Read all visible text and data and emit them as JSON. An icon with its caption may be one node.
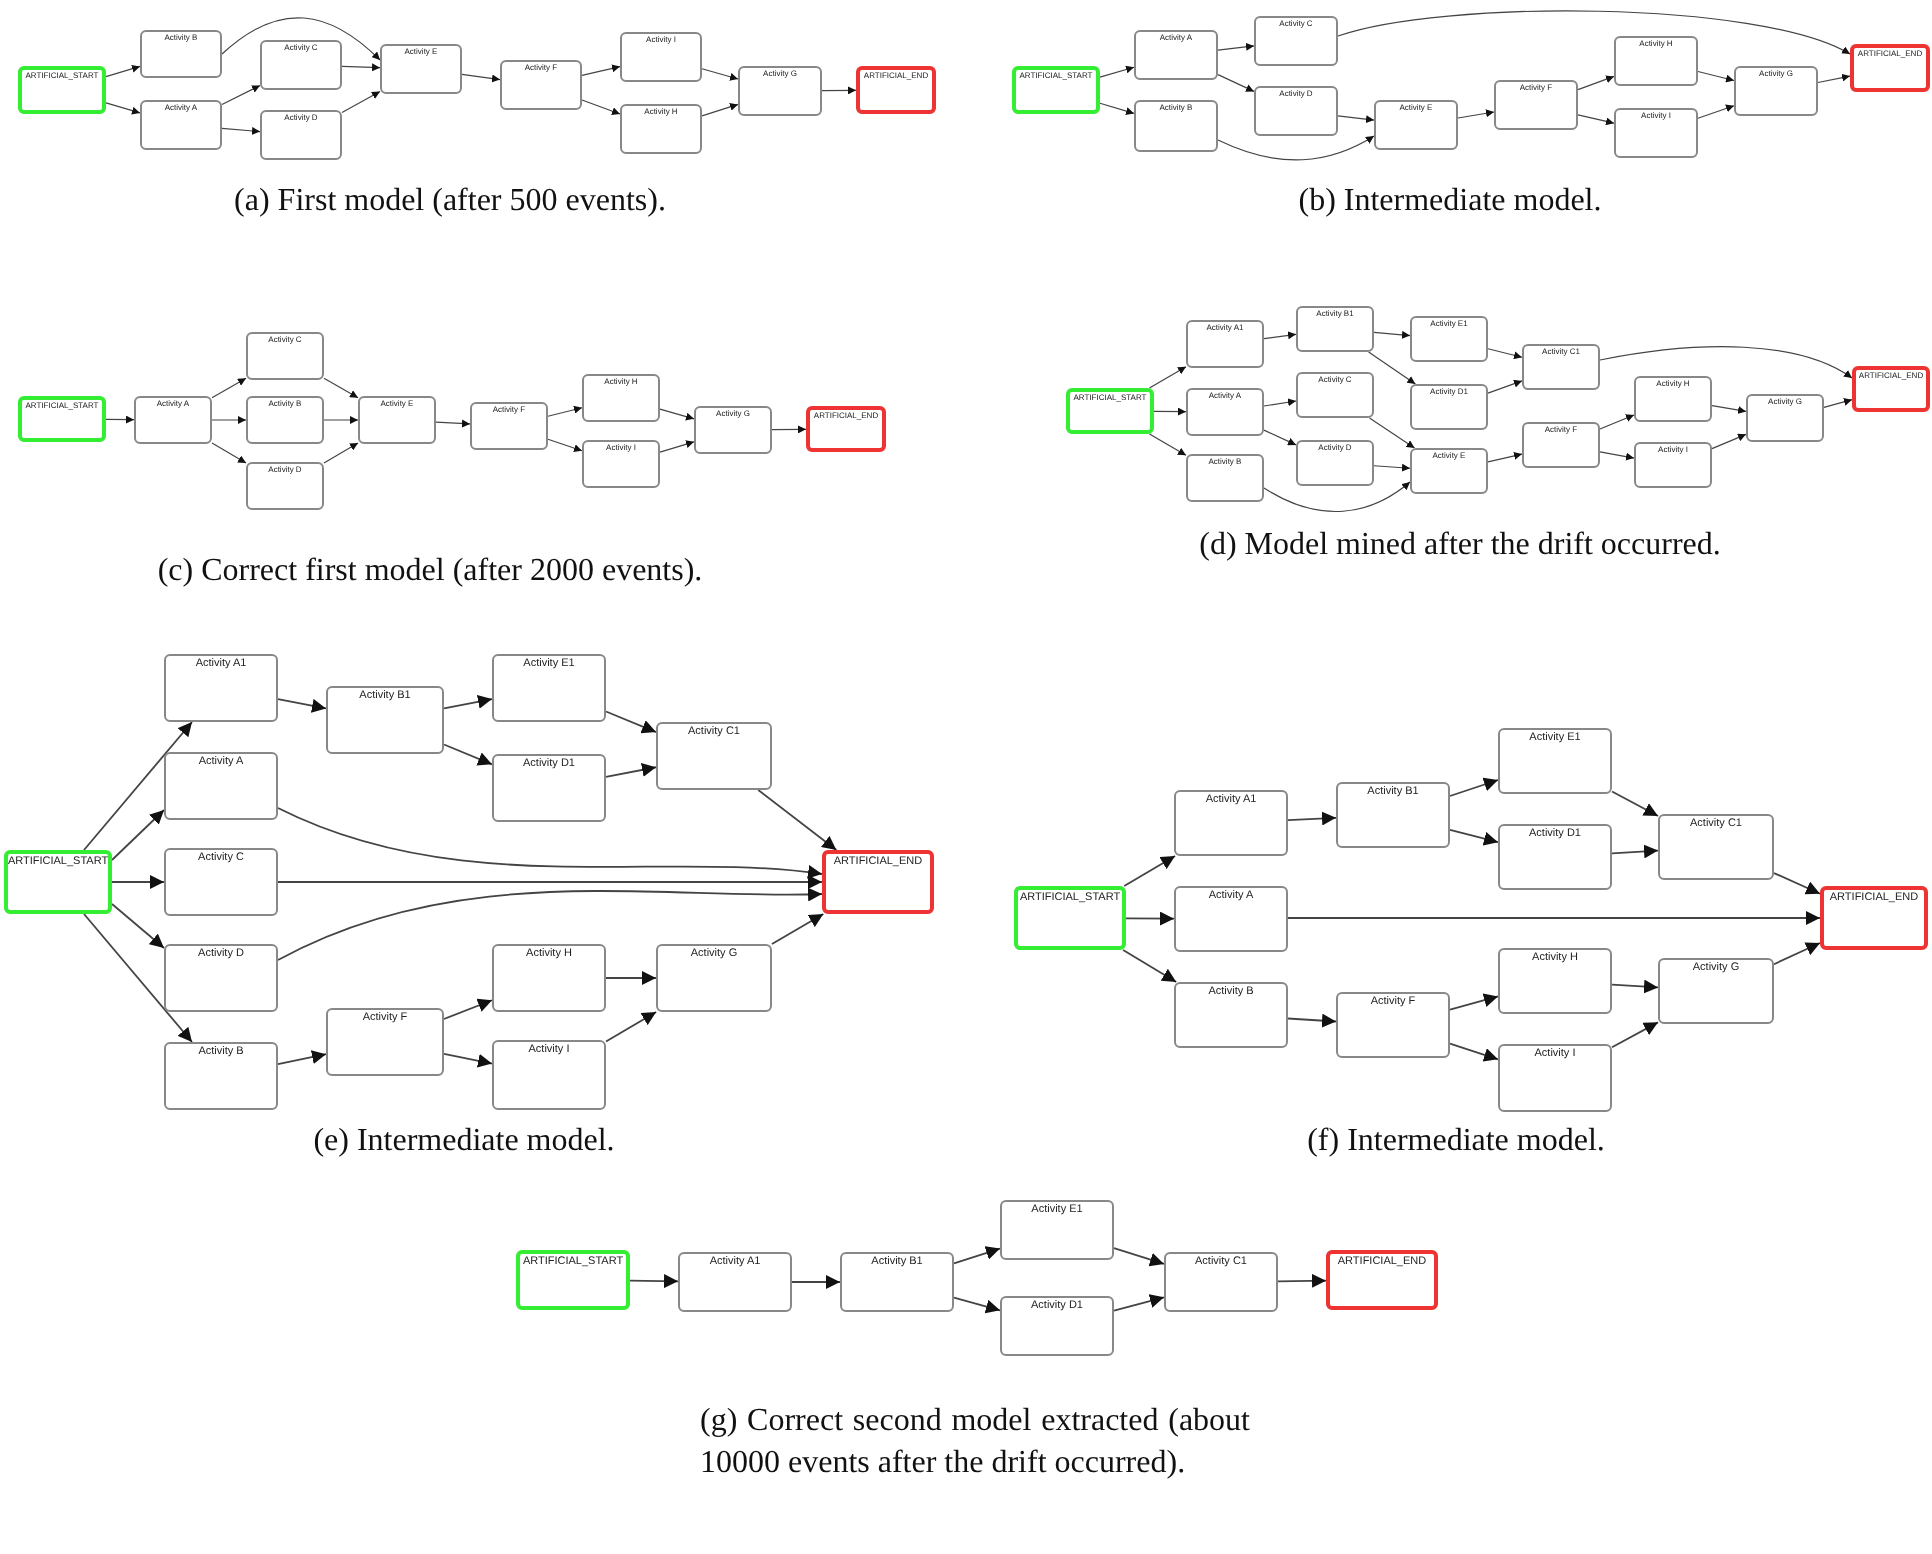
{
  "diagram": {
    "nodes": [
      {
        "text": [
          "ARTIFICIAL_START"
        ]
      },
      {
        "text": [
          "Activity B"
        ]
      },
      {
        "text": [
          "Activity A"
        ]
      },
      {
        "text": [
          "Activity C"
        ]
      },
      {
        "text": [
          "Activity D"
        ]
      },
      {
        "text": [
          "Activity E"
        ]
      },
      {
        "text": [
          "Activity F"
        ]
      },
      {
        "text": [
          "Activity I"
        ]
      },
      {
        "text": [
          "Activity H"
        ]
      },
      {
        "text": [
          "Activity G"
        ]
      },
      {
        "text": [
          "ARTIFICIAL_END"
        ]
      },
      {
        "text": [
          "ARTIFICIAL_START"
        ]
      },
      {
        "text": [
          "Activity A"
        ]
      },
      {
        "text": [
          "Activity B"
        ]
      },
      {
        "text": [
          "Activity C"
        ]
      },
      {
        "text": [
          "Activity D"
        ]
      },
      {
        "text": [
          "Activity E"
        ]
      },
      {
        "text": [
          "Activity F"
        ]
      },
      {
        "text": [
          "Activity H"
        ]
      },
      {
        "text": [
          "Activity I"
        ]
      },
      {
        "text": [
          "Activity G"
        ]
      },
      {
        "text": [
          "ARTIFICIAL_END"
        ]
      },
      {
        "text": [
          "ARTIFICIAL_START"
        ]
      },
      {
        "text": [
          "Activity A"
        ]
      },
      {
        "text": [
          "Activity C"
        ]
      },
      {
        "text": [
          "Activity B"
        ]
      },
      {
        "text": [
          "Activity D"
        ]
      },
      {
        "text": [
          "Activity E"
        ]
      },
      {
        "text": [
          "Activity F"
        ]
      },
      {
        "text": [
          "Activity H"
        ]
      },
      {
        "text": [
          "Activity I"
        ]
      },
      {
        "text": [
          "Activity G"
        ]
      },
      {
        "text": [
          "ARTIFICIAL_END"
        ]
      },
      {
        "text": [
          "ARTIFICIAL_START"
        ]
      },
      {
        "text": [
          "Activity A1"
        ]
      },
      {
        "text": [
          "Activity A"
        ]
      },
      {
        "text": [
          "Activity B"
        ]
      },
      {
        "text": [
          "Activity B1"
        ]
      },
      {
        "text": [
          "Activity C"
        ]
      },
      {
        "text": [
          "Activity D"
        ]
      },
      {
        "text": [
          "Activity E1"
        ]
      },
      {
        "text": [
          "Activity D1"
        ]
      },
      {
        "text": [
          "Activity E"
        ]
      },
      {
        "text": [
          "Activity C1"
        ]
      },
      {
        "text": [
          "Activity F"
        ]
      },
      {
        "text": [
          "Activity H"
        ]
      },
      {
        "text": [
          "Activity I"
        ]
      },
      {
        "text": [
          "Activity G"
        ]
      },
      {
        "text": [
          "ARTIFICIAL_END"
        ]
      },
      {
        "text": [
          "ARTIFICIAL_START"
        ]
      },
      {
        "text": [
          "Activity A1"
        ]
      },
      {
        "text": [
          "Activity A"
        ]
      },
      {
        "text": [
          "Activity C"
        ]
      },
      {
        "text": [
          "Activity D"
        ]
      },
      {
        "text": [
          "Activity B"
        ]
      },
      {
        "text": [
          "Activity B1"
        ]
      },
      {
        "text": [
          "Activity F"
        ]
      },
      {
        "text": [
          "Activity E1"
        ]
      },
      {
        "text": [
          "Activity D1"
        ]
      },
      {
        "text": [
          "Activity H"
        ]
      },
      {
        "text": [
          "Activity I"
        ]
      },
      {
        "text": [
          "Activity C1"
        ]
      },
      {
        "text": [
          "Activity G"
        ]
      },
      {
        "text": [
          "ARTIFICIAL_END"
        ]
      },
      {
        "text": [
          "ARTIFICIAL_START"
        ]
      },
      {
        "text": [
          "Activity A1"
        ]
      },
      {
        "text": [
          "Activity A"
        ]
      },
      {
        "text": [
          "Activity B"
        ]
      },
      {
        "text": [
          "Activity B1"
        ]
      },
      {
        "text": [
          "Activity F"
        ]
      },
      {
        "text": [
          "Activity E1"
        ]
      },
      {
        "text": [
          "Activity D1"
        ]
      },
      {
        "text": [
          "Activity H"
        ]
      },
      {
        "text": [
          "Activity I"
        ]
      },
      {
        "text": [
          "Activity C1"
        ]
      },
      {
        "text": [
          "Activity G"
        ]
      },
      {
        "text": [
          "ARTIFICIAL_END"
        ]
      },
      {
        "text": [
          "ARTIFICIAL_START"
        ]
      },
      {
        "text": [
          "Activity A1"
        ]
      },
      {
        "text": [
          "Activity B1"
        ]
      },
      {
        "text": [
          "Activity E1"
        ]
      },
      {
        "text": [
          "Activity D1"
        ]
      },
      {
        "text": [
          "Activity C1"
        ]
      },
      {
        "text": [
          "ARTIFICIAL_END"
        ]
      }
    ],
    "edges": [
      {
        "from": 0,
        "to": 1,
        "arrow": "to"
      },
      {
        "from": 0,
        "to": 2,
        "arrow": "to"
      },
      {
        "from": 2,
        "to": 3,
        "arrow": "to"
      },
      {
        "from": 2,
        "to": 4,
        "arrow": "to"
      },
      {
        "from": 1,
        "to": 5,
        "arrow": "to"
      },
      {
        "from": 3,
        "to": 5,
        "arrow": "to"
      },
      {
        "from": 4,
        "to": 5,
        "arrow": "to"
      },
      {
        "from": 5,
        "to": 6,
        "arrow": "to"
      },
      {
        "from": 6,
        "to": 7,
        "arrow": "to"
      },
      {
        "from": 6,
        "to": 8,
        "arrow": "to"
      },
      {
        "from": 7,
        "to": 9,
        "arrow": "to"
      },
      {
        "from": 8,
        "to": 9,
        "arrow": "to"
      },
      {
        "from": 9,
        "to": 10,
        "arrow": "to"
      },
      {
        "from": 11,
        "to": 12,
        "arrow": "to"
      },
      {
        "from": 11,
        "to": 13,
        "arrow": "to"
      },
      {
        "from": 12,
        "to": 14,
        "arrow": "to"
      },
      {
        "from": 12,
        "to": 15,
        "arrow": "to"
      },
      {
        "from": 14,
        "to": 21,
        "arrow": "to"
      },
      {
        "from": 15,
        "to": 16,
        "arrow": "to"
      },
      {
        "from": 13,
        "to": 16,
        "arrow": "to"
      },
      {
        "from": 16,
        "to": 17,
        "arrow": "to"
      },
      {
        "from": 17,
        "to": 18,
        "arrow": "to"
      },
      {
        "from": 17,
        "to": 19,
        "arrow": "to"
      },
      {
        "from": 18,
        "to": 20,
        "arrow": "to"
      },
      {
        "from": 19,
        "to": 20,
        "arrow": "to"
      },
      {
        "from": 20,
        "to": 21,
        "arrow": "to"
      },
      {
        "from": 22,
        "to": 23,
        "arrow": "to"
      },
      {
        "from": 23,
        "to": 24,
        "arrow": "to"
      },
      {
        "from": 23,
        "to": 25,
        "arrow": "to"
      },
      {
        "from": 23,
        "to": 26,
        "arrow": "to"
      },
      {
        "from": 24,
        "to": 27,
        "arrow": "to"
      },
      {
        "from": 25,
        "to": 27,
        "arrow": "to"
      },
      {
        "from": 26,
        "to": 27,
        "arrow": "to"
      },
      {
        "from": 27,
        "to": 28,
        "arrow": "to"
      },
      {
        "from": 28,
        "to": 29,
        "arrow": "to"
      },
      {
        "from": 28,
        "to": 30,
        "arrow": "to"
      },
      {
        "from": 29,
        "to": 31,
        "arrow": "to"
      },
      {
        "from": 30,
        "to": 31,
        "arrow": "to"
      },
      {
        "from": 31,
        "to": 32,
        "arrow": "to"
      },
      {
        "from": 33,
        "to": 34,
        "arrow": "to"
      },
      {
        "from": 33,
        "to": 35,
        "arrow": "to"
      },
      {
        "from": 33,
        "to": 36,
        "arrow": "to"
      },
      {
        "from": 34,
        "to": 37,
        "arrow": "to"
      },
      {
        "from": 35,
        "to": 38,
        "arrow": "to"
      },
      {
        "from": 35,
        "to": 39,
        "arrow": "to"
      },
      {
        "from": 37,
        "to": 40,
        "arrow": "to"
      },
      {
        "from": 37,
        "to": 41,
        "arrow": "to"
      },
      {
        "from": 38,
        "to": 42,
        "arrow": "to"
      },
      {
        "from": 39,
        "to": 42,
        "arrow": "to"
      },
      {
        "from": 36,
        "to": 42,
        "arrow": "to"
      },
      {
        "from": 40,
        "to": 43,
        "arrow": "to"
      },
      {
        "from": 41,
        "to": 43,
        "arrow": "to"
      },
      {
        "from": 43,
        "to": 48,
        "arrow": "to"
      },
      {
        "from": 42,
        "to": 44,
        "arrow": "to"
      },
      {
        "from": 44,
        "to": 45,
        "arrow": "to"
      },
      {
        "from": 44,
        "to": 46,
        "arrow": "to"
      },
      {
        "from": 45,
        "to": 47,
        "arrow": "to"
      },
      {
        "from": 46,
        "to": 47,
        "arrow": "to"
      },
      {
        "from": 47,
        "to": 48,
        "arrow": "to"
      },
      {
        "from": 49,
        "to": 50,
        "arrow": "to"
      },
      {
        "from": 49,
        "to": 51,
        "arrow": "to"
      },
      {
        "from": 49,
        "to": 52,
        "arrow": "to"
      },
      {
        "from": 49,
        "to": 53,
        "arrow": "to"
      },
      {
        "from": 49,
        "to": 54,
        "arrow": "to"
      },
      {
        "from": 50,
        "to": 55,
        "arrow": "to"
      },
      {
        "from": 55,
        "to": 57,
        "arrow": "to"
      },
      {
        "from": 55,
        "to": 58,
        "arrow": "to"
      },
      {
        "from": 57,
        "to": 61,
        "arrow": "to"
      },
      {
        "from": 58,
        "to": 61,
        "arrow": "to"
      },
      {
        "from": 61,
        "to": 63,
        "arrow": "to"
      },
      {
        "from": 51,
        "to": 63,
        "arrow": "to"
      },
      {
        "from": 52,
        "to": 63,
        "arrow": "to"
      },
      {
        "from": 53,
        "to": 63,
        "arrow": "to"
      },
      {
        "from": 54,
        "to": 56,
        "arrow": "to"
      },
      {
        "from": 56,
        "to": 59,
        "arrow": "to"
      },
      {
        "from": 56,
        "to": 60,
        "arrow": "to"
      },
      {
        "from": 59,
        "to": 62,
        "arrow": "to"
      },
      {
        "from": 60,
        "to": 62,
        "arrow": "to"
      },
      {
        "from": 62,
        "to": 63,
        "arrow": "to"
      },
      {
        "from": 64,
        "to": 65,
        "arrow": "to"
      },
      {
        "from": 64,
        "to": 66,
        "arrow": "to"
      },
      {
        "from": 64,
        "to": 67,
        "arrow": "to"
      },
      {
        "from": 65,
        "to": 68,
        "arrow": "to"
      },
      {
        "from": 68,
        "to": 70,
        "arrow": "to"
      },
      {
        "from": 68,
        "to": 71,
        "arrow": "to"
      },
      {
        "from": 70,
        "to": 74,
        "arrow": "to"
      },
      {
        "from": 71,
        "to": 74,
        "arrow": "to"
      },
      {
        "from": 74,
        "to": 76,
        "arrow": "to"
      },
      {
        "from": 66,
        "to": 76,
        "arrow": "to"
      },
      {
        "from": 67,
        "to": 69,
        "arrow": "to"
      },
      {
        "from": 69,
        "to": 72,
        "arrow": "to"
      },
      {
        "from": 69,
        "to": 73,
        "arrow": "to"
      },
      {
        "from": 72,
        "to": 75,
        "arrow": "to"
      },
      {
        "from": 73,
        "to": 75,
        "arrow": "to"
      },
      {
        "from": 75,
        "to": 76,
        "arrow": "to"
      },
      {
        "from": 77,
        "to": 78,
        "arrow": "to"
      },
      {
        "from": 78,
        "to": 79,
        "arrow": "to"
      },
      {
        "from": 79,
        "to": 80,
        "arrow": "to"
      },
      {
        "from": 79,
        "to": 81,
        "arrow": "to"
      },
      {
        "from": 80,
        "to": 82,
        "arrow": "to"
      },
      {
        "from": 81,
        "to": 82,
        "arrow": "to"
      },
      {
        "from": 82,
        "to": 83,
        "arrow": "to"
      }
    ],
    "labels": [
      "(a) First model (after 500 events).",
      "(b) Intermediate model.",
      "(c) Correct first model (after 2000 events).",
      "(d) Model mined after the drift occurred.",
      "(e) Intermediate model.",
      "(f) Intermediate model.",
      "(g) Correct second model extracted (about 10000 events after the drift occurred)."
    ]
  }
}
